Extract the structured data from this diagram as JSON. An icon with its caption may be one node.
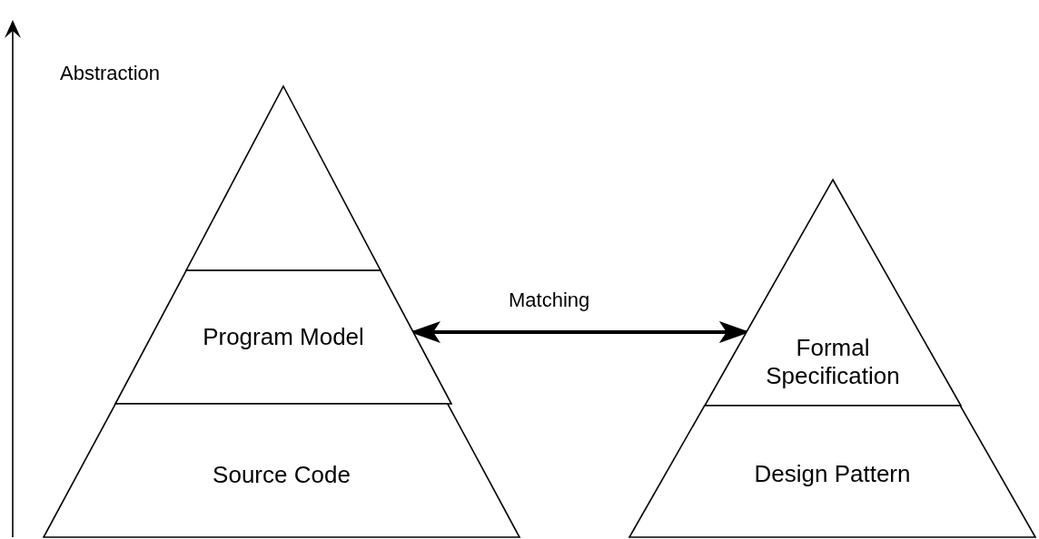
{
  "diagram": {
    "nodes": [
      {
        "text": [],
        "shape": "triangle"
      },
      {
        "text": [
          "Program Model"
        ]
      },
      {
        "text": [
          "Source Code"
        ]
      },
      {
        "text": [
          "Formal Specification"
        ]
      },
      {
        "text": [
          "Design Pattern"
        ]
      }
    ],
    "edges": [
      {
        "from": 1,
        "to": 3,
        "arrow": "both",
        "label": "Matching"
      }
    ],
    "labels": [
      "Abstraction"
    ]
  }
}
